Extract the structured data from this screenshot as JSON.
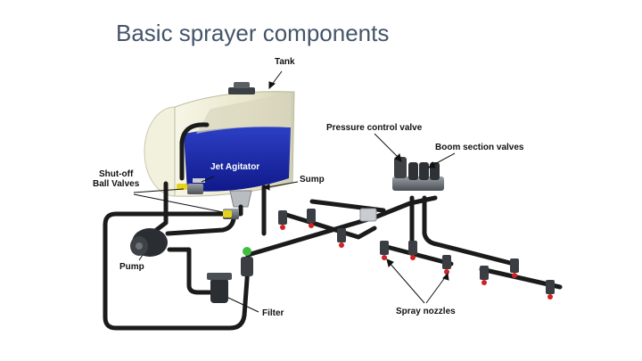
{
  "slide": {
    "title": "Basic sprayer components"
  },
  "labels": {
    "tank": "Tank",
    "jet_agitator": "Jet Agitator",
    "sump": "Sump",
    "shutoff_line1": "Shut-off",
    "shutoff_line2": "Ball Valves",
    "pump": "Pump",
    "filter": "Filter",
    "pressure_control_valve": "Pressure control valve",
    "boom_section_valves": "Boom section valves",
    "spray_nozzles": "Spray nozzles"
  },
  "colors": {
    "title": "#44546a",
    "tank_shell": "#efeed8",
    "tank_liquid": "#1f2fa8",
    "pipe": "#1b1b1b",
    "valve_handle": "#e7d21a",
    "nozzle_tip": "#d32020",
    "filter_cap": "#3fbf3f"
  }
}
